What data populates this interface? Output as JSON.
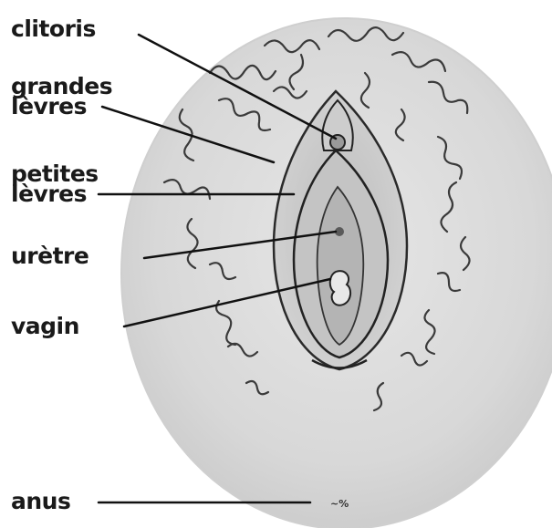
{
  "labels": {
    "clitoris": "clitoris",
    "grandes_levres": "grandes\nlèvres",
    "petites_levres": "petites\nlèvres",
    "uretre": "urètre",
    "vagin": "vagin",
    "anus": "anus"
  },
  "colors": {
    "background": "#ffffff",
    "oval_fill": "#dcdcdc",
    "ink": "#1a1a1a",
    "inner_fill": "#cfcfcf",
    "hair": "#3a3a3a"
  }
}
